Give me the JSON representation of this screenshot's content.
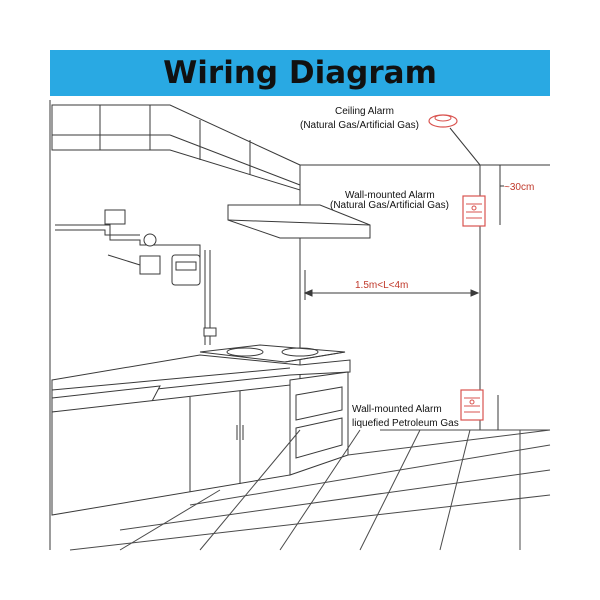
{
  "title": "Wiring Diagram",
  "labels": {
    "ceiling_alarm_line1": "Ceiling Alarm",
    "ceiling_alarm_line2": "(Natural Gas/Artificial Gas)",
    "wall_alarm_line1": "Wall-mounted Alarm",
    "wall_alarm_line2": "(Natural Gas/Artificial Gas)",
    "distance_top": "~30cm",
    "distance_range": "1.5m<L<4m",
    "lpg_alarm_line1": "Wall-mounted Alarm",
    "lpg_alarm_line2": "liquefied Petroleum Gas"
  },
  "colors": {
    "banner": "#29a9e3",
    "line": "#3a3a3a",
    "alarm": "#d9534f",
    "dimension_text": "#c0392b"
  }
}
